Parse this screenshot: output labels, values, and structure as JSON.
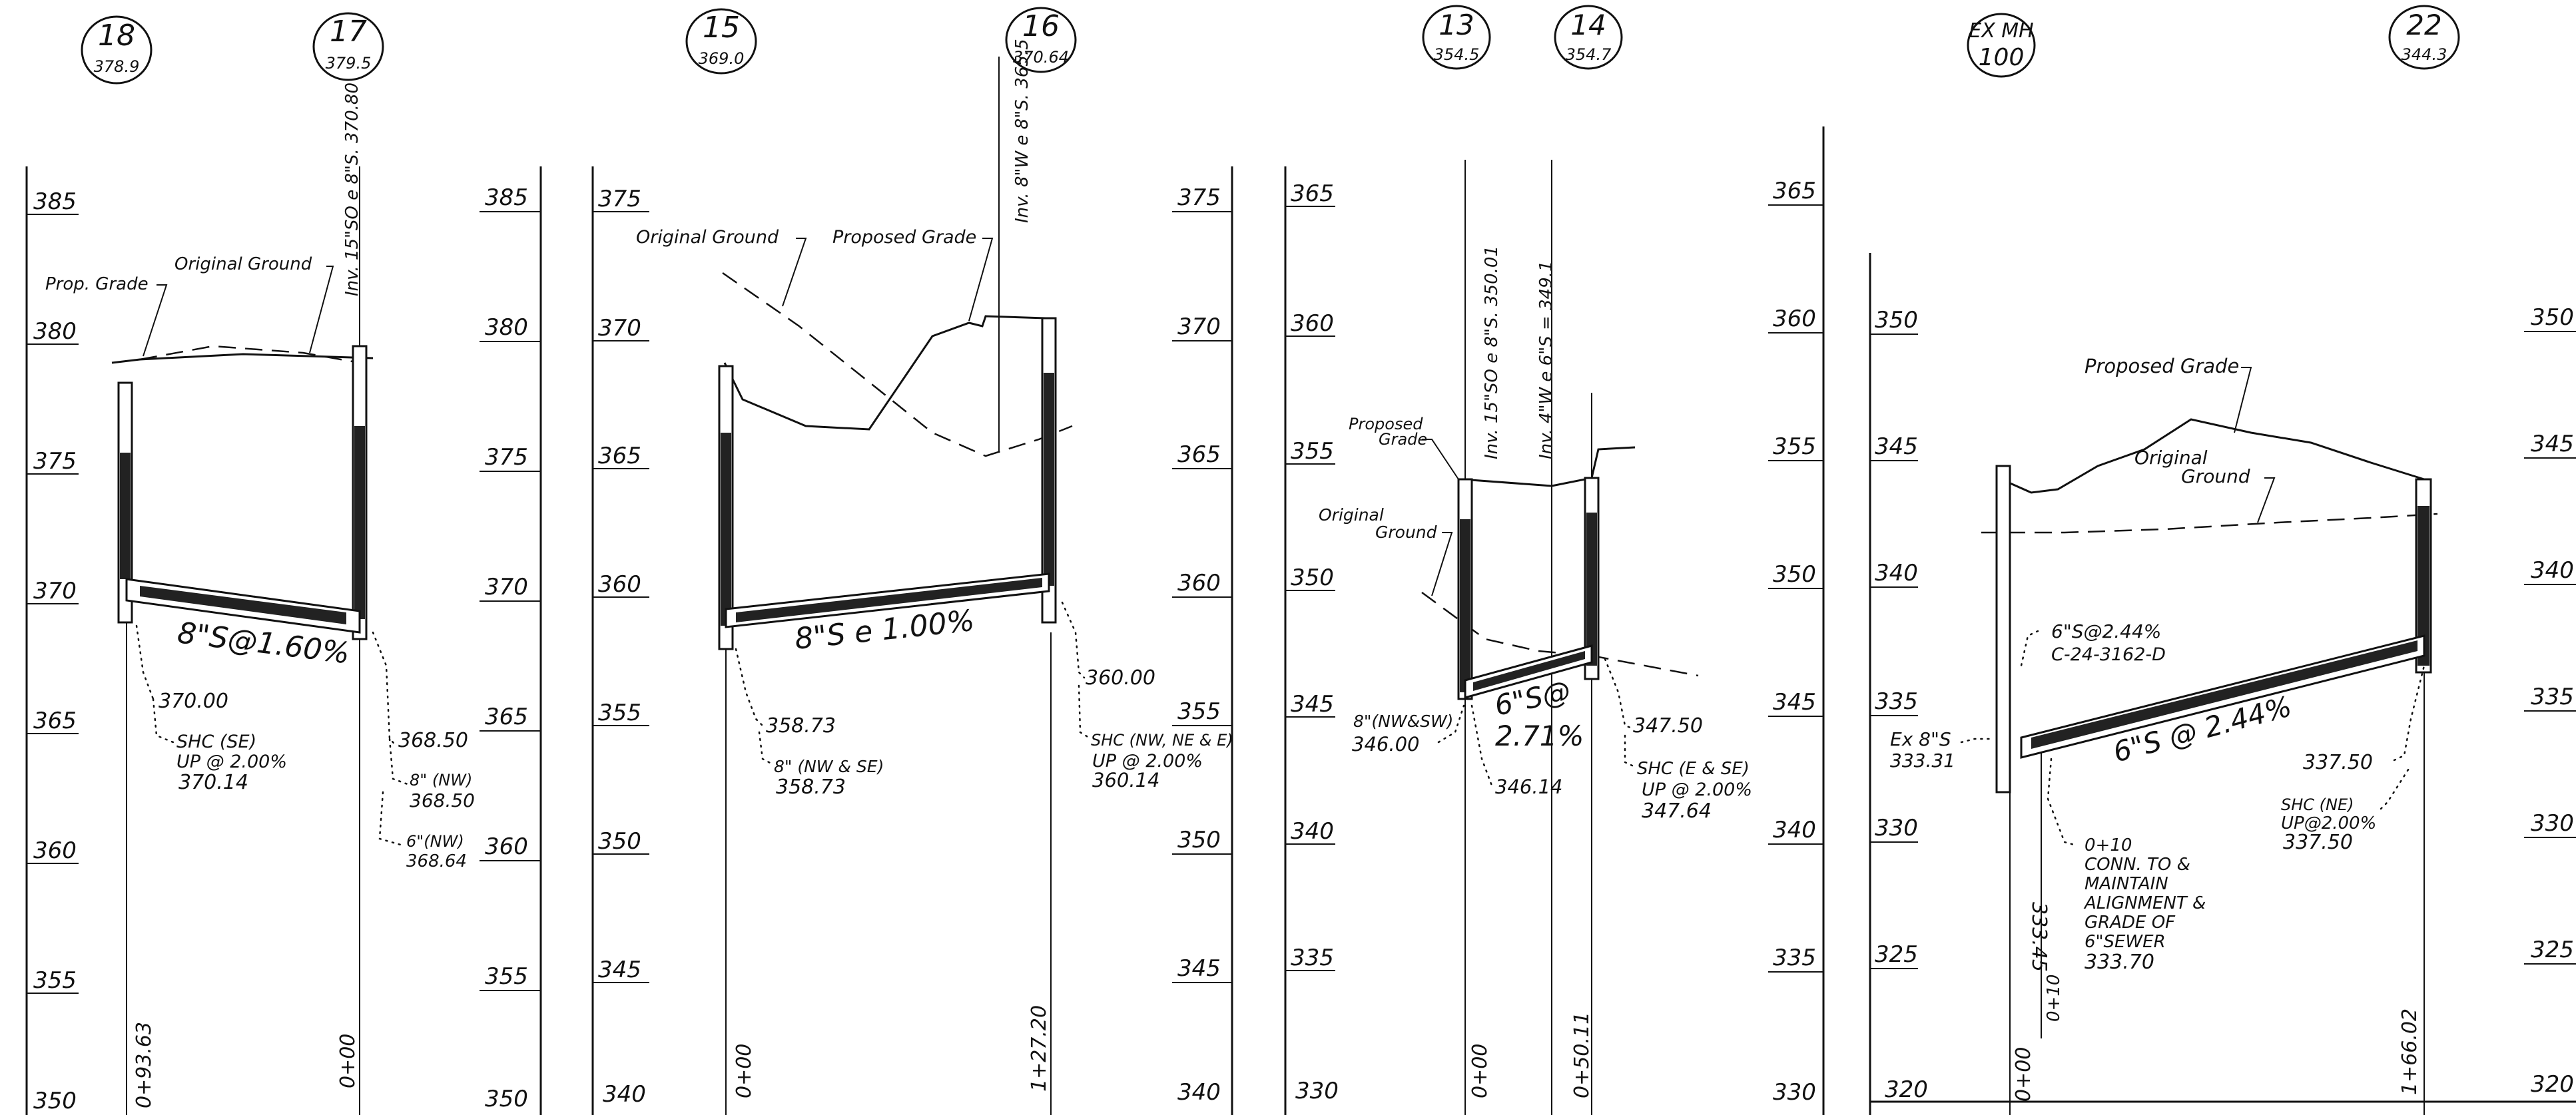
{
  "panels": [
    {
      "id": "p1",
      "manholes": [
        {
          "num": "18",
          "elev": "378.9"
        },
        {
          "num": "17",
          "elev": "379.5"
        }
      ],
      "left_ticks": [
        "385",
        "380",
        "375",
        "370",
        "365",
        "360",
        "355",
        "350"
      ],
      "right_ticks": [
        "385",
        "380",
        "375",
        "370",
        "365",
        "360",
        "355",
        "350"
      ],
      "labels": {
        "prop_grade": "Prop. Grade",
        "orig_ground": "Original Ground",
        "inv_note": "Inv. 15\"SO e 8\"S. 370.80",
        "slope": "8\"S@1.60%",
        "left_inv": "370.00",
        "shc": [
          "SHC (SE)",
          "UP @ 2.00%",
          "370.14"
        ],
        "right_inv": "368.50",
        "r_a": [
          "8\" (NW)",
          "368.50"
        ],
        "r_b": [
          "6\"(NW)",
          "368.64"
        ],
        "sta_left": "0+93.63",
        "sta_right": "0+00"
      }
    },
    {
      "id": "p2",
      "manholes": [
        {
          "num": "15",
          "elev": "369.0"
        },
        {
          "num": "16",
          "elev": "370.64"
        }
      ],
      "left_ticks": [
        "375",
        "370",
        "365",
        "360",
        "355",
        "350",
        "345",
        "340"
      ],
      "right_ticks": [
        "375",
        "370",
        "365",
        "360",
        "355",
        "350",
        "345",
        "340"
      ],
      "labels": {
        "orig_ground": "Original Ground",
        "prop_grade": "Proposed Grade",
        "inv_note": "Inv. 8\"W e 8\"S. 365.5",
        "slope": "8\"S e 1.00%",
        "left_inv": "358.73",
        "left_note": [
          "8\" (NW & SE)",
          "358.73"
        ],
        "right_inv": "360.00",
        "shc": [
          "SHC (NW, NE & E)",
          "UP @ 2.00%",
          "360.14"
        ],
        "sta_left": "0+00",
        "sta_right": "1+27.20"
      }
    },
    {
      "id": "p3",
      "manholes": [
        {
          "num": "13",
          "elev": "354.5"
        },
        {
          "num": "14",
          "elev": "354.7"
        }
      ],
      "left_ticks": [
        "365",
        "360",
        "355",
        "350",
        "345",
        "340",
        "335",
        "330"
      ],
      "right_ticks": [
        "365",
        "360",
        "355",
        "350",
        "345",
        "340",
        "335",
        "330"
      ],
      "labels": {
        "prop_grade": [
          "Proposed",
          "Grade"
        ],
        "orig_ground": [
          "Original",
          "Ground"
        ],
        "inv_a": "Inv. 15\"SO e 8\"S. 350.01",
        "inv_b": "Inv. 4\"W e 6\"S = 349.1",
        "slope": [
          "6\"S@",
          "2.71%"
        ],
        "left_note": [
          "8\"(NW&SW)",
          "346.00"
        ],
        "left_inv": "346.14",
        "right_inv": "347.50",
        "shc": [
          "SHC (E & SE)",
          "UP @ 2.00%",
          "347.64"
        ],
        "sta_left": "0+00",
        "sta_right": "0+50.11"
      }
    },
    {
      "id": "p4",
      "manholes": [
        {
          "num": "EX MH",
          "elev": "100"
        },
        {
          "num": "22",
          "elev": "344.3"
        }
      ],
      "left_ticks": [
        "350",
        "345",
        "340",
        "335",
        "330",
        "325",
        "320"
      ],
      "right_ticks": [
        "350",
        "345",
        "340",
        "335",
        "330",
        "325",
        "320"
      ],
      "labels": {
        "prop_grade": "Proposed Grade",
        "orig_ground": [
          "Original",
          "Ground"
        ],
        "slope_note": [
          "6\"S@2.44%",
          "C-24-3162-D"
        ],
        "ex": [
          "Ex 8\"S",
          "333.31"
        ],
        "slope": "6\"S @ 2.44%",
        "conn": [
          "0+10",
          "CONN. TO &",
          "MAINTAIN",
          "ALIGNMENT &",
          "GRADE OF",
          "6\"SEWER",
          "333.70"
        ],
        "right_inv": "337.50",
        "shc": [
          "SHC (NE)",
          "UP@2.00%",
          "337.50"
        ],
        "inv_vert": "333.45",
        "sta_left": "0+00",
        "sta_0_10": "0+10",
        "sta_right": "1+66.02"
      }
    }
  ]
}
